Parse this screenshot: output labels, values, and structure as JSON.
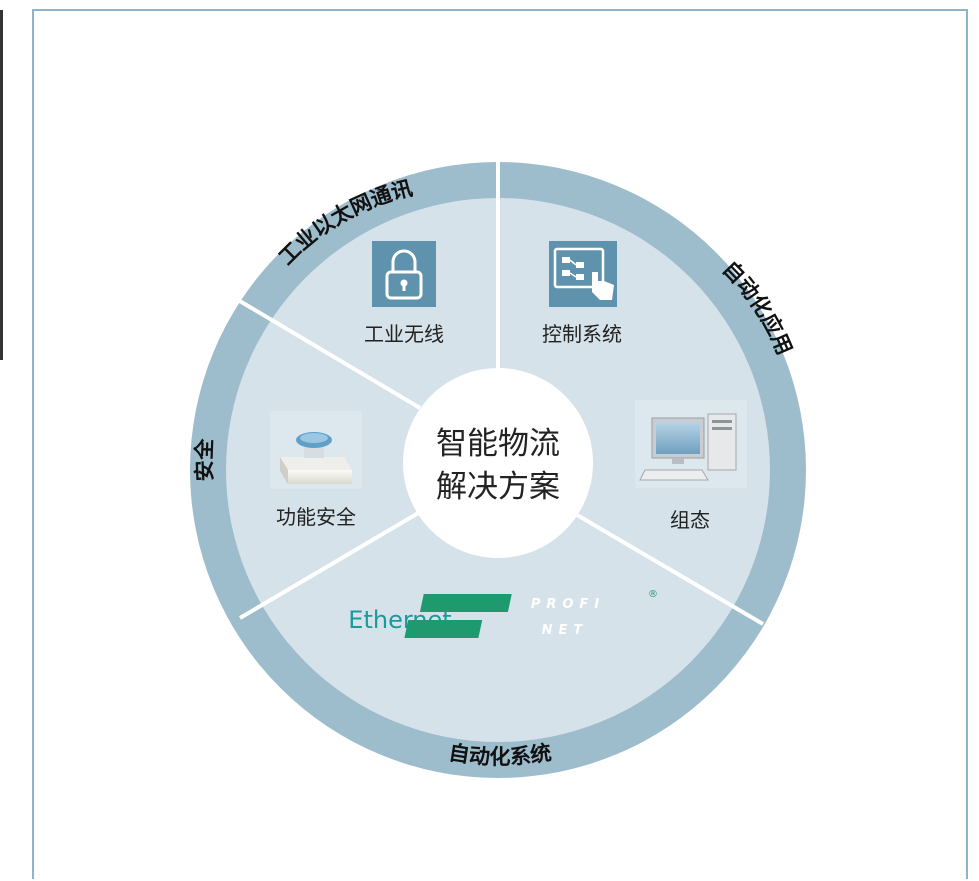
{
  "center": {
    "line1": "智能物流",
    "line2": "解决方案"
  },
  "outer_ring": {
    "top_left": "工业以太网通讯",
    "right": "自动化应用",
    "bottom": "自动化系统",
    "left": "安全"
  },
  "segments": {
    "wireless": {
      "label": "工业无线",
      "icon": "padlock-icon"
    },
    "control": {
      "label": "控制系统",
      "icon": "touch-panel-icon"
    },
    "config": {
      "label": "组态",
      "icon": "computer-workstation-icon"
    },
    "safety": {
      "label": "功能安全",
      "icon": "emergency-stop-button-icon"
    }
  },
  "bottom_segment": {
    "ethernet_label": "Ethernet",
    "profinet_top": "PROFI",
    "profinet_bottom": "NET",
    "registered_mark": "®"
  },
  "colors": {
    "outer_ring": "#9dbccc",
    "inner_disc": "#d6e2ea",
    "center_disc": "#ffffff",
    "icon_tile": "#5f93ad",
    "ethernet_text": "#1a9a9a",
    "profinet_green": "#1f9a6e",
    "ring_text": "#111111"
  }
}
